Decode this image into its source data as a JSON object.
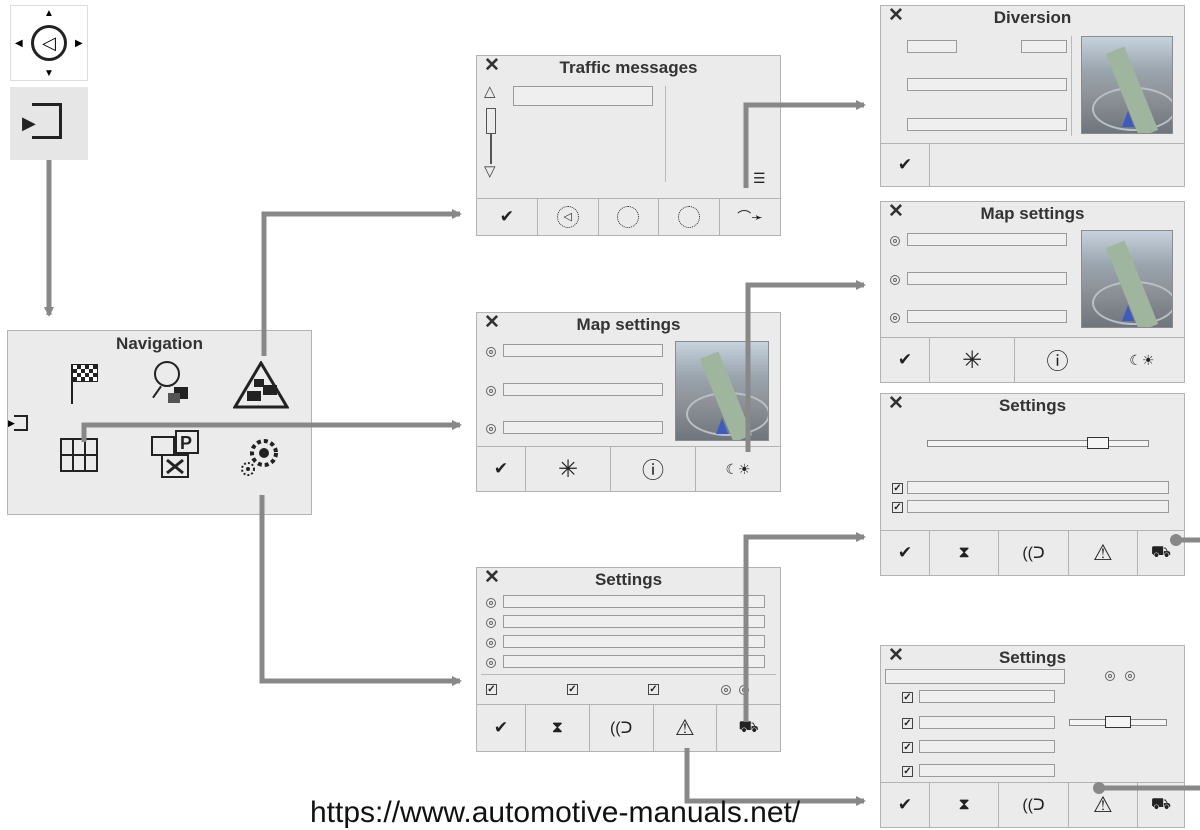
{
  "navigation": {
    "title": "Navigation"
  },
  "traffic_messages": {
    "title": "Traffic messages"
  },
  "diversion": {
    "title": "Diversion"
  },
  "map_settings_right": {
    "title": "Map settings"
  },
  "map_settings_center": {
    "title": "Map settings"
  },
  "settings_center": {
    "title": "Settings"
  },
  "settings_right_a": {
    "title": "Settings"
  },
  "settings_right_b": {
    "title": "Settings"
  },
  "icons": {
    "close": "✕",
    "confirm": "✔",
    "info": "ⓘ",
    "warning": "⚠",
    "day_night": "☾☀",
    "compass": "✳",
    "flag": "⚑",
    "search": "⌕",
    "traffic": "⚠",
    "map": "⊞",
    "poi": "P",
    "gear": "⚙",
    "nav_compass": "◁",
    "exit": "⇥",
    "voice": "🗣",
    "timer": "⧗"
  },
  "watermark": "https://www.automotive-manuals.net/"
}
